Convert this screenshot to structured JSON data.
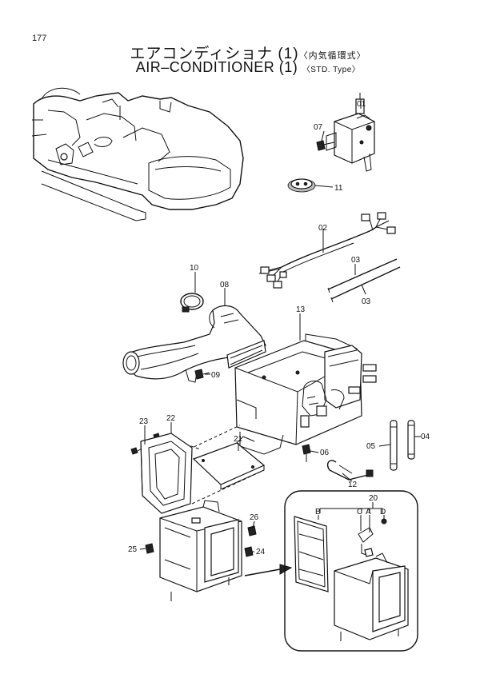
{
  "page_number": "177",
  "title": {
    "jp_main": "エアコンディショナ (1)",
    "jp_sub": "〈内気循環式〉",
    "en_main": "AIR–CONDITIONER (1)",
    "en_sub": "〈STD. Type〉"
  },
  "callouts": {
    "p01": "01",
    "p02": "02",
    "p03a": "03",
    "p03b": "03",
    "p04": "04",
    "p05": "05",
    "p06": "06",
    "p07": "07",
    "p08": "08",
    "p09": "09",
    "p10": "10",
    "p11": "11",
    "p12": "12",
    "p13": "13",
    "p20": "20",
    "p21": "21",
    "p22": "22",
    "p23": "23",
    "p24": "24",
    "p25": "25",
    "p26": "26",
    "detail_b": "B",
    "detail_c": "C",
    "detail_a": "A",
    "detail_d": "D"
  }
}
